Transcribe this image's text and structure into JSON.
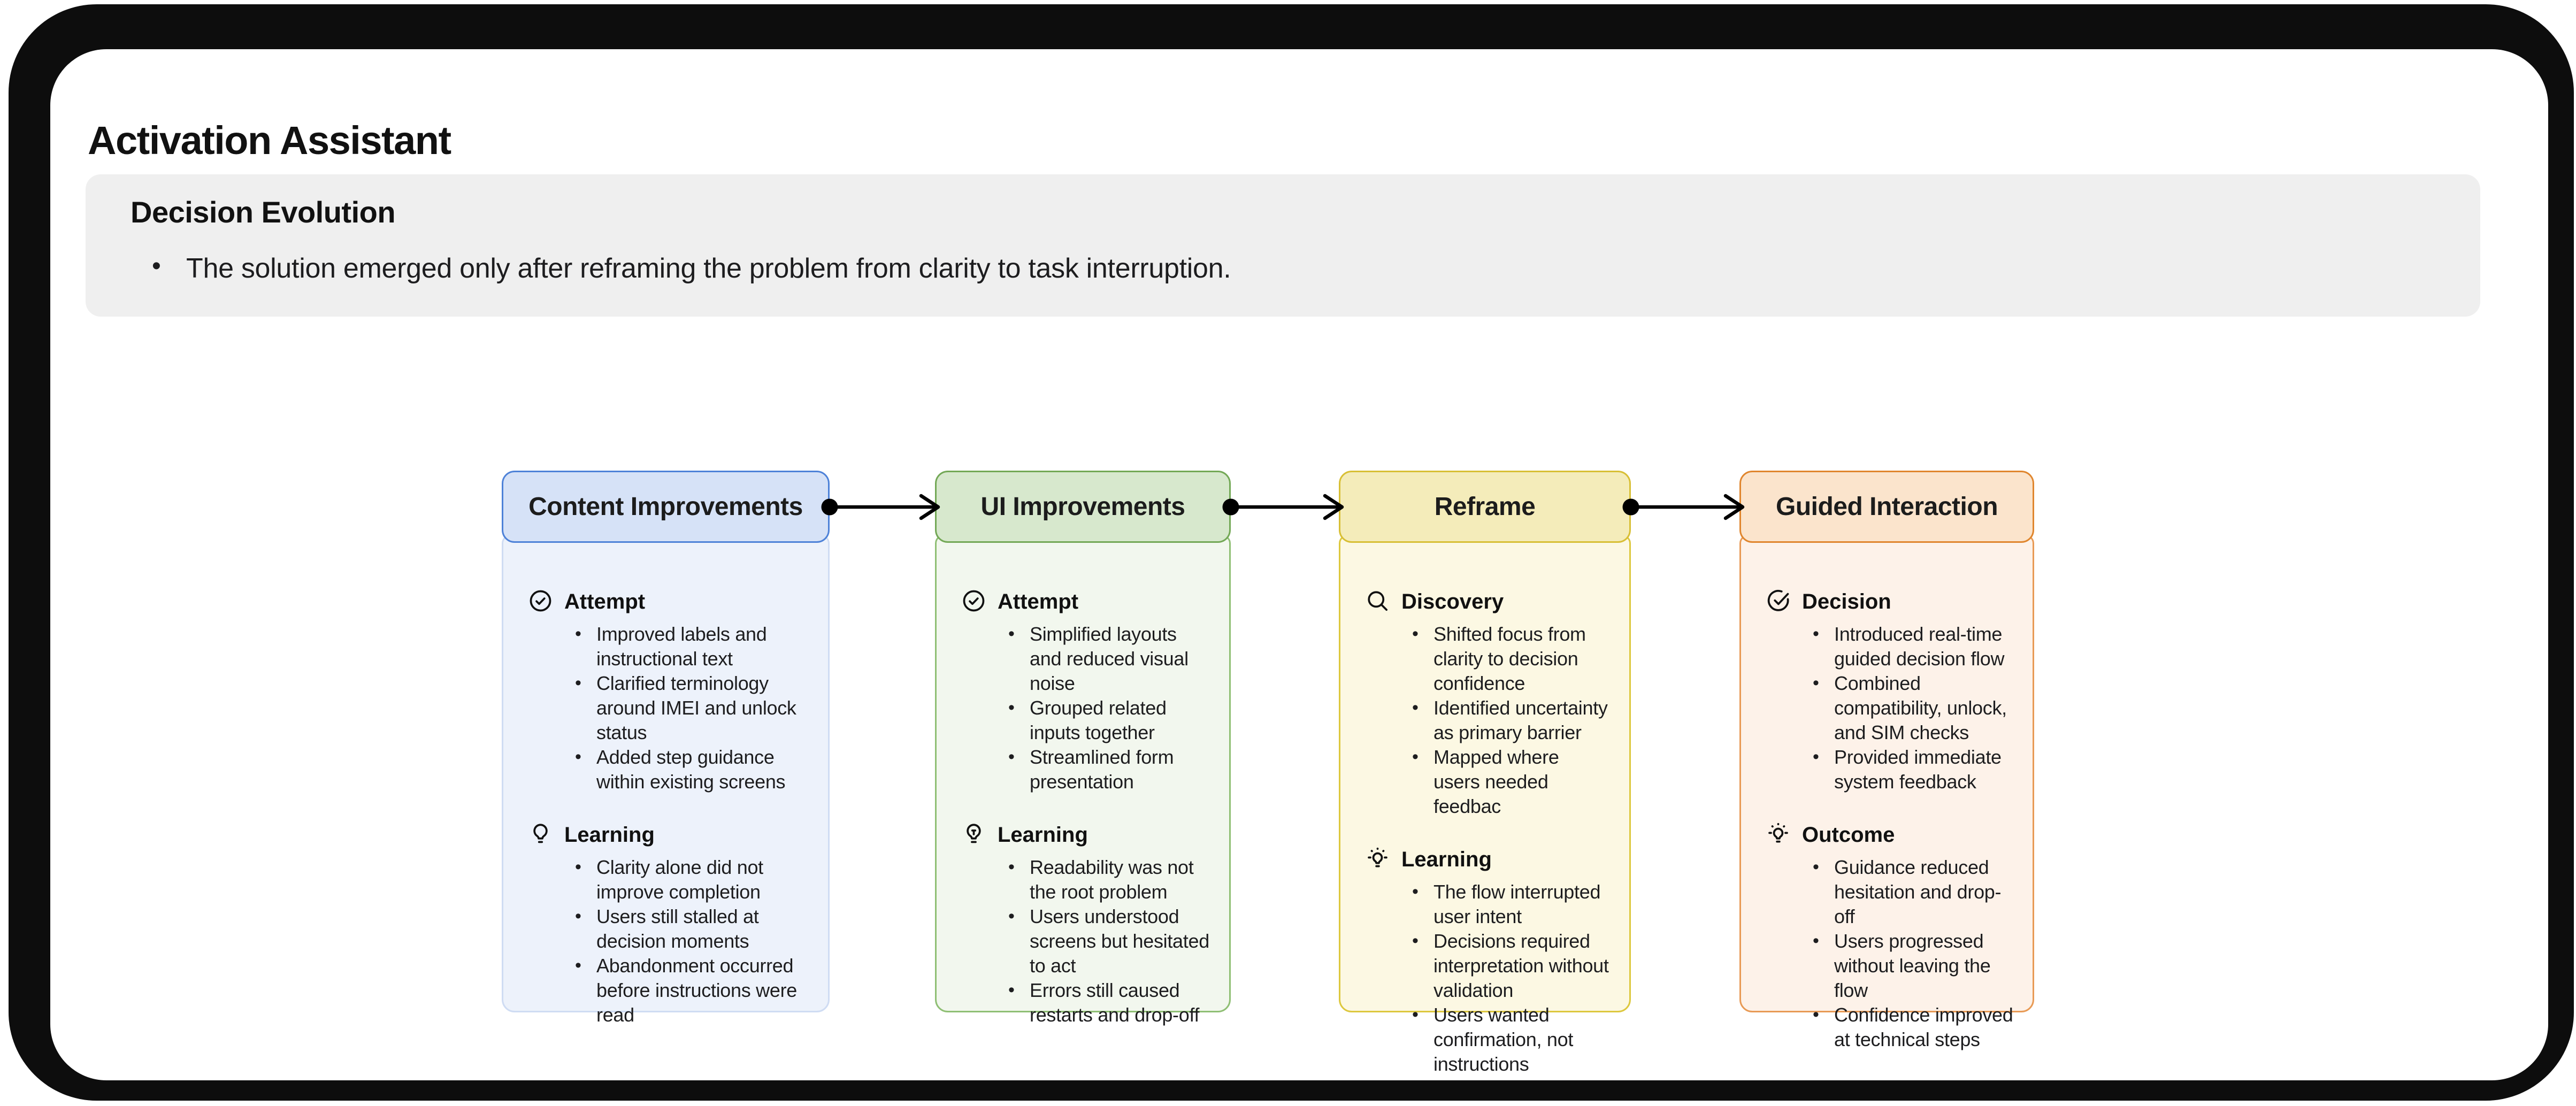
{
  "page": {
    "title": "Activation Assistant"
  },
  "summary": {
    "title": "Decision Evolution",
    "bullet": "The solution emerged only after reframing the problem from clarity to task interruption."
  },
  "flow": {
    "connector_color": "#000000",
    "cards": [
      {
        "title": "Content Improvements",
        "colors": {
          "header_bg": "#d6e2f7",
          "header_border": "#4e82d8",
          "body_bg": "#edf2fb",
          "body_border": "#cfdcf3"
        },
        "sections": [
          {
            "icon": "circle-check-icon",
            "label": "Attempt",
            "bullets": [
              "Improved labels and instructional text",
              "Clarified terminology around IMEI and unlock status",
              "Added step guidance within existing screens"
            ]
          },
          {
            "icon": "lightbulb-icon",
            "label": "Learning",
            "bullets": [
              "Clarity alone did not improve completion",
              "Users still stalled at decision moments",
              "Abandonment occurred before instructions were read"
            ]
          }
        ]
      },
      {
        "title": "UI Improvements",
        "colors": {
          "header_bg": "#d7e8cd",
          "header_border": "#73a856",
          "body_bg": "#f2f7ee",
          "body_border": "#8fbf74"
        },
        "sections": [
          {
            "icon": "circle-check-icon",
            "label": "Attempt",
            "bullets": [
              "Simplified layouts and reduced visual noise",
              "Grouped related inputs together",
              "Streamlined form presentation"
            ]
          },
          {
            "icon": "lightbulb-filament-icon",
            "label": "Learning",
            "bullets": [
              "Readability was not the root problem",
              "Users understood screens but hesitated to act",
              "Errors still caused restarts and drop-off"
            ]
          }
        ]
      },
      {
        "title": "Reframe",
        "colors": {
          "header_bg": "#f4ecba",
          "header_border": "#d8bf35",
          "body_bg": "#fcf8e3",
          "body_border": "#ddc83e"
        },
        "sections": [
          {
            "icon": "search-icon",
            "label": "Discovery",
            "bullets": [
              "Shifted focus from clarity to decision confidence",
              "Identified uncertainty as primary barrier",
              "Mapped where users needed feedbac"
            ]
          },
          {
            "icon": "lightbulb-rays-icon",
            "label": "Learning",
            "bullets": [
              "The flow interrupted user intent",
              "Decisions required interpretation without validation",
              "Users wanted confirmation, not instructions"
            ]
          }
        ]
      },
      {
        "title": "Guided Interaction",
        "colors": {
          "header_bg": "#fbe4cc",
          "header_border": "#e0862e",
          "body_bg": "#fdf2e9",
          "body_border": "#e89a55"
        },
        "sections": [
          {
            "icon": "circle-check-big-icon",
            "label": "Decision",
            "bullets": [
              "Introduced real-time guided decision flow",
              "Combined compatibility, unlock, and SIM checks",
              "Provided immediate system feedback"
            ]
          },
          {
            "icon": "lightbulb-rays-icon",
            "label": "Outcome",
            "bullets": [
              "Guidance reduced hesitation and drop-off",
              "Users progressed without leaving the flow",
              "Confidence improved at technical steps"
            ]
          }
        ]
      }
    ]
  }
}
